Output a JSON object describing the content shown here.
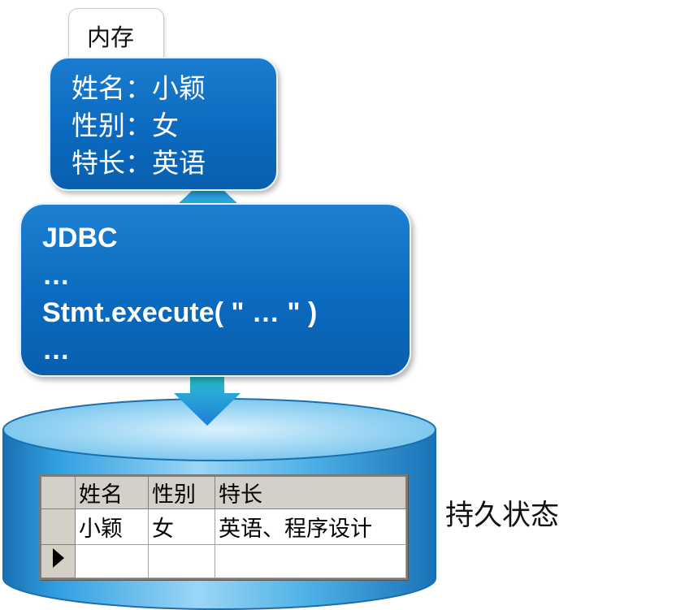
{
  "memory": {
    "tab_label": "内存",
    "lines": [
      "姓名：小颖",
      "性别：女",
      "特长：英语"
    ]
  },
  "jdbc": {
    "lines": [
      "JDBC",
      "…",
      "Stmt.execute( \" … \" )",
      "…"
    ]
  },
  "database": {
    "columns": [
      "姓名",
      "性别",
      "特长"
    ],
    "rows": [
      [
        "小颖",
        "女",
        "英语、程序设计"
      ],
      [
        "",
        "",
        ""
      ]
    ]
  },
  "persist_label": "持久状态",
  "colors": {
    "box_blue": "#0b6abf",
    "arrow_teal": "#1fc0a6",
    "arrow_blue": "#1a7fd6",
    "cylinder_blue": "#2c9adb"
  }
}
